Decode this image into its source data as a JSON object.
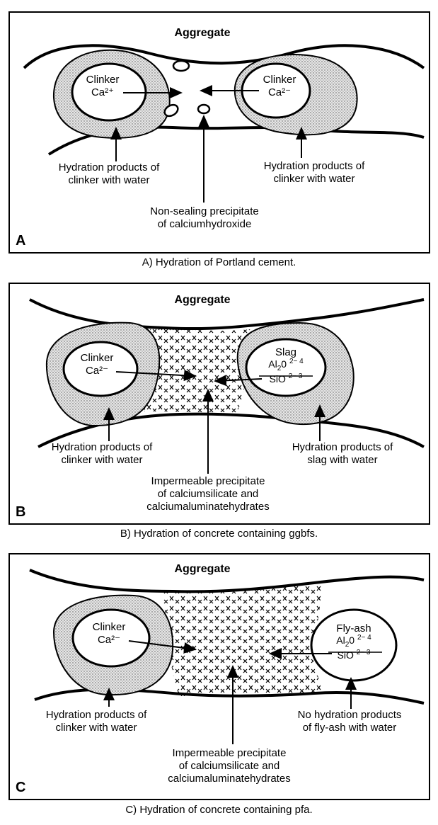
{
  "panels": {
    "a": {
      "letter": "A",
      "aggregate": "Aggregate",
      "left_core_line1": "Clinker",
      "left_core_line2": "Ca²⁺",
      "right_core_line1": "Clinker",
      "right_core_line2": "Ca²⁻",
      "left_label_line1": "Hydration products of",
      "left_label_line2": "clinker with water",
      "right_label_line1": "Hydration products of",
      "right_label_line2": "clinker with water",
      "center_label_line1": "Non-sealing precipitate",
      "center_label_line2": "of calciumhydroxide",
      "caption": "A) Hydration of Portland cement."
    },
    "b": {
      "letter": "B",
      "aggregate": "Aggregate",
      "left_core_line1": "Clinker",
      "left_core_line2": "Ca²⁻",
      "right_core_title": "Slag",
      "right_chem1_base": "Al",
      "right_chem1_sub": "2",
      "right_chem1_mid": "0",
      "right_chem1_ion": "2− 4",
      "right_chem2_base": "SiO",
      "right_chem2_ion": "2− 3",
      "left_label_line1": "Hydration products of",
      "left_label_line2": "clinker with water",
      "right_label_line1": "Hydration products of",
      "right_label_line2": "slag with water",
      "center_label_line1": "Impermeable precipitate",
      "center_label_line2": "of calciumsilicate and",
      "center_label_line3": "calciumaluminatehydrates",
      "caption": "B) Hydration of concrete containing ggbfs."
    },
    "c": {
      "letter": "C",
      "aggregate": "Aggregate",
      "left_core_line1": "Clinker",
      "left_core_line2": "Ca²⁻",
      "right_core_title": "Fly-ash",
      "right_chem1_base": "Al",
      "right_chem1_sub": "2",
      "right_chem1_mid": "0",
      "right_chem1_ion": "2− 4",
      "right_chem2_base": "SiO",
      "right_chem2_ion": "2− 3",
      "left_label_line1": "Hydration products of",
      "left_label_line2": "clinker with water",
      "right_label_line1": "No hydration products",
      "right_label_line2": "of fly-ash with water",
      "center_label_line1": "Impermeable precipitate",
      "center_label_line2": "of calciumsilicate and",
      "center_label_line3": "calciumaluminatehydrates",
      "caption": "C) Hydration of concrete containing pfa."
    }
  }
}
